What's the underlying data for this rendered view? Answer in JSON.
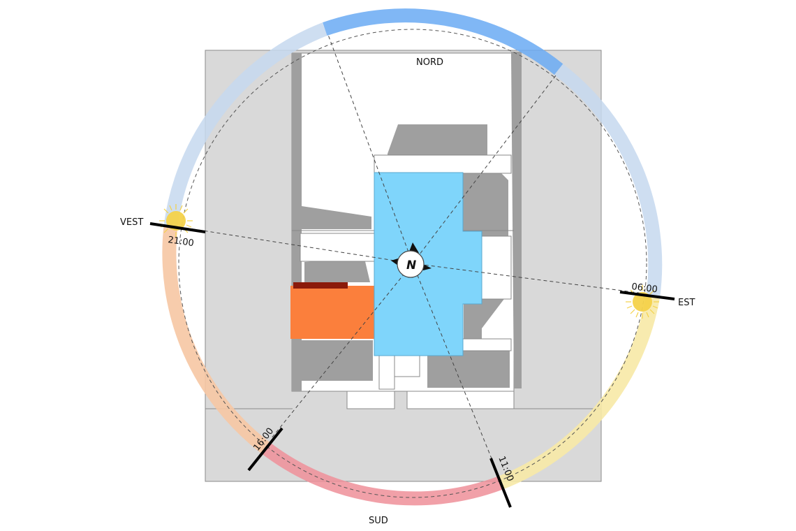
{
  "directions": {
    "north": "NORD",
    "south": "SUD",
    "east": "EST",
    "west": "VEST"
  },
  "compass": {
    "letter": "N"
  },
  "times": {
    "sunrise": "06:00",
    "noon": "11:00",
    "afternoon": "16:00",
    "sunset": "21:00"
  },
  "colors": {
    "site": "#d9d9d9",
    "building": "#7fd5fb",
    "annex": "#fb7f3c",
    "annex_roof": "#8b1a0a",
    "arc_north": "#6aaaf3",
    "arc_night": "#c5d8ee",
    "arc_morning": "#f7e9a6",
    "arc_noon": "#ef8f99",
    "arc_evening": "#f6c7a3",
    "sun": "#f4d24a",
    "shadow": "#9c9c9c"
  },
  "icons": [
    "sun-icon",
    "compass-icon"
  ]
}
